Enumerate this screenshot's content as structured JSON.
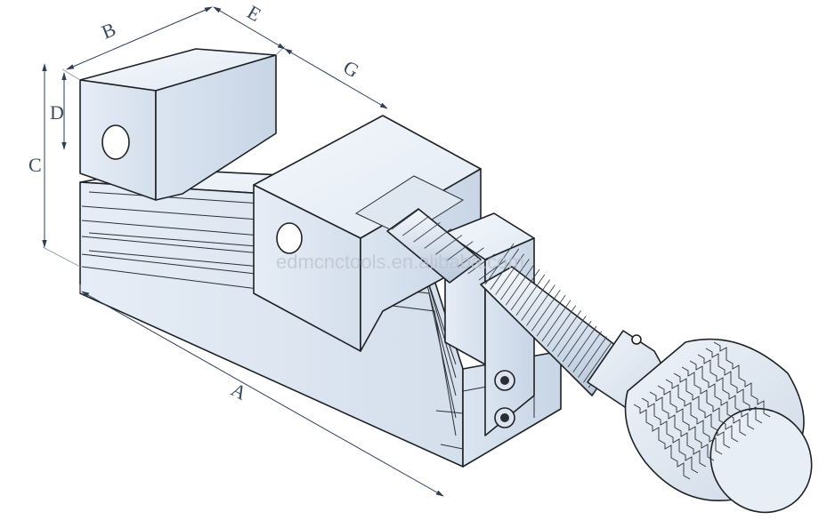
{
  "dimension_labels": {
    "a": "A",
    "b": "B",
    "c": "C",
    "d": "D",
    "e": "E",
    "g": "G"
  },
  "watermark": "edmcnctools.en.alibaba.com",
  "colors": {
    "body_light": "#eef3fa",
    "body_mid": "#dde7f3",
    "body_dark": "#c6d3e3",
    "outline": "#1e2226",
    "dimension": "#2f3e55"
  }
}
